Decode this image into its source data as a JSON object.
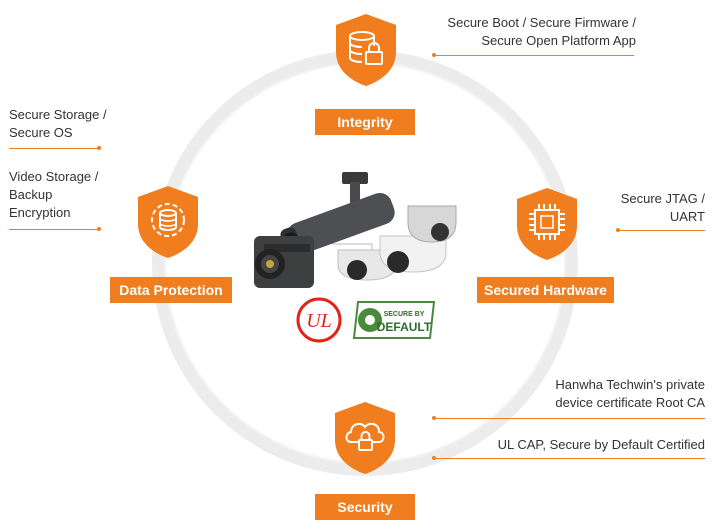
{
  "nodes": {
    "integrity": {
      "label": "Integrity",
      "icon": "database-lock-icon"
    },
    "data_protection": {
      "label": "Data Protection",
      "icon": "database-gear-icon"
    },
    "secured_hardware": {
      "label": "Secured Hardware",
      "icon": "chip-icon"
    },
    "security": {
      "label": "Security",
      "icon": "cloud-lock-icon"
    }
  },
  "notes": {
    "secure_boot_line1": "Secure Boot / Secure Firmware /",
    "secure_boot_line2": "Secure Open Platform App",
    "secure_storage_line1": "Secure Storage /",
    "secure_storage_line2": "Secure OS",
    "video_storage_line1": "Video Storage /",
    "video_storage_line2": "Backup",
    "video_storage_line3": "Encryption",
    "jtag_line1": "Secure JTAG /",
    "jtag_line2": "UART",
    "hanwha_line1": "Hanwha Techwin's private",
    "hanwha_line2": "device certificate Root CA",
    "ul_cap": "UL CAP, Secure by Default Certified"
  },
  "badges": {
    "ul_mark": "UL",
    "sbd_top": "SECURE BY",
    "sbd_bottom": "DEFAULT"
  },
  "colors": {
    "accent": "#f07d1e",
    "ring": "#ececec",
    "text": "#333333"
  }
}
